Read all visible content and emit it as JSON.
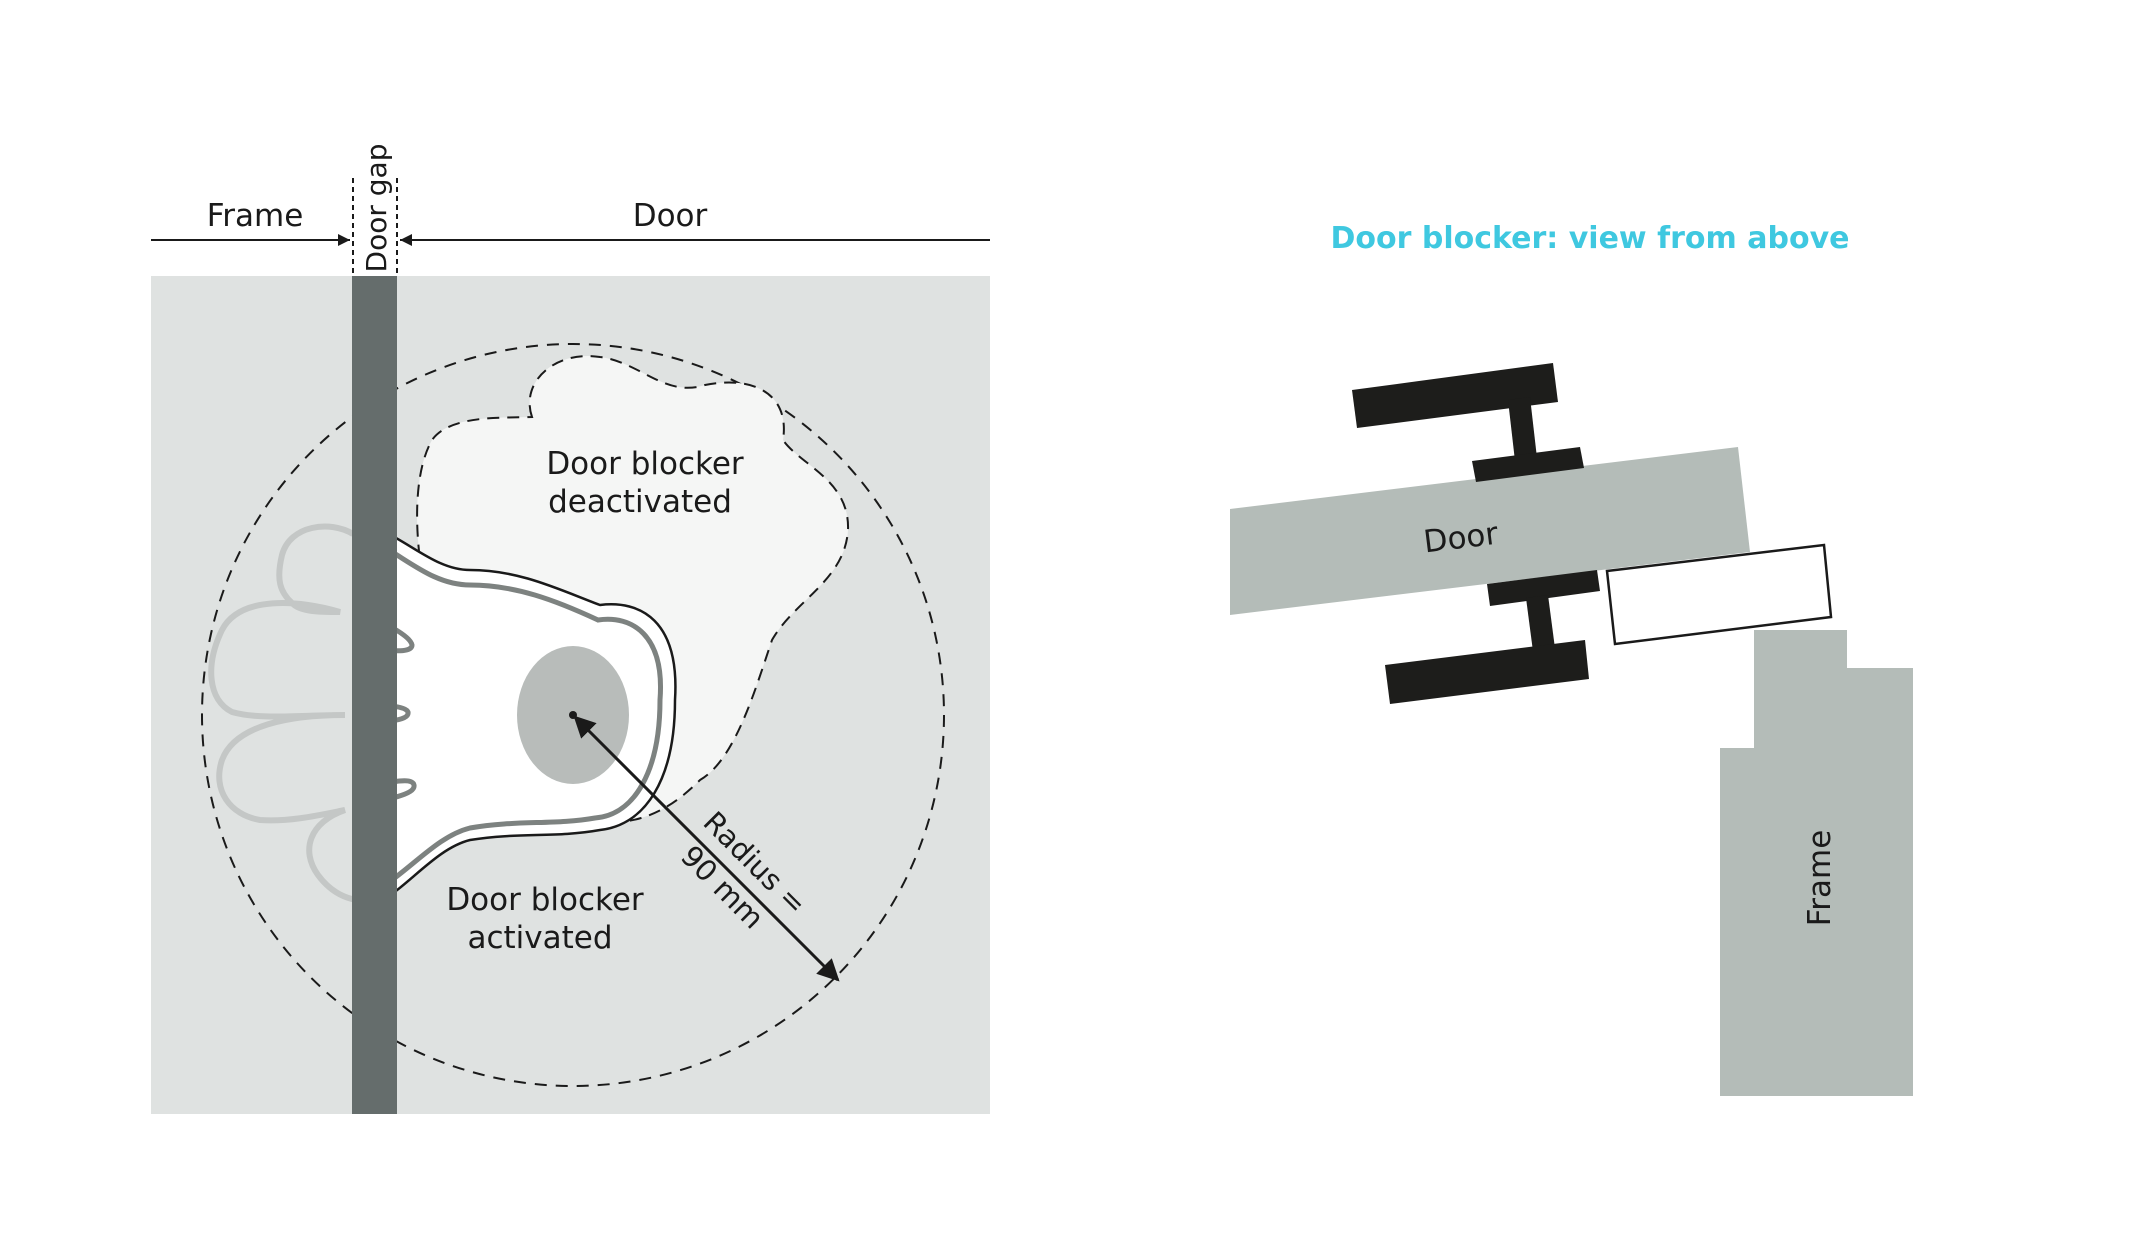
{
  "front_view": {
    "frame_label": "Frame",
    "door_gap_label": "Door gap",
    "door_label": "Door",
    "deactivated_label_line1": "Door blocker",
    "deactivated_label_line2": "deactivated",
    "activated_label_line1": "Door blocker",
    "activated_label_line2": "activated",
    "radius_label_line1": "Radius =",
    "radius_label_line2": "90 mm"
  },
  "top_view": {
    "title": "Door blocker: view from above",
    "door_label": "Door",
    "frame_label": "Frame"
  },
  "colors": {
    "title_blue": "#3fc8e0",
    "panel_bg": "#dfe2e1",
    "door_gap_bar": "#656d6c",
    "door_gray": "#b4bcb8",
    "handle_black": "#1d1d1b",
    "center_disc": "#b8bcba"
  }
}
